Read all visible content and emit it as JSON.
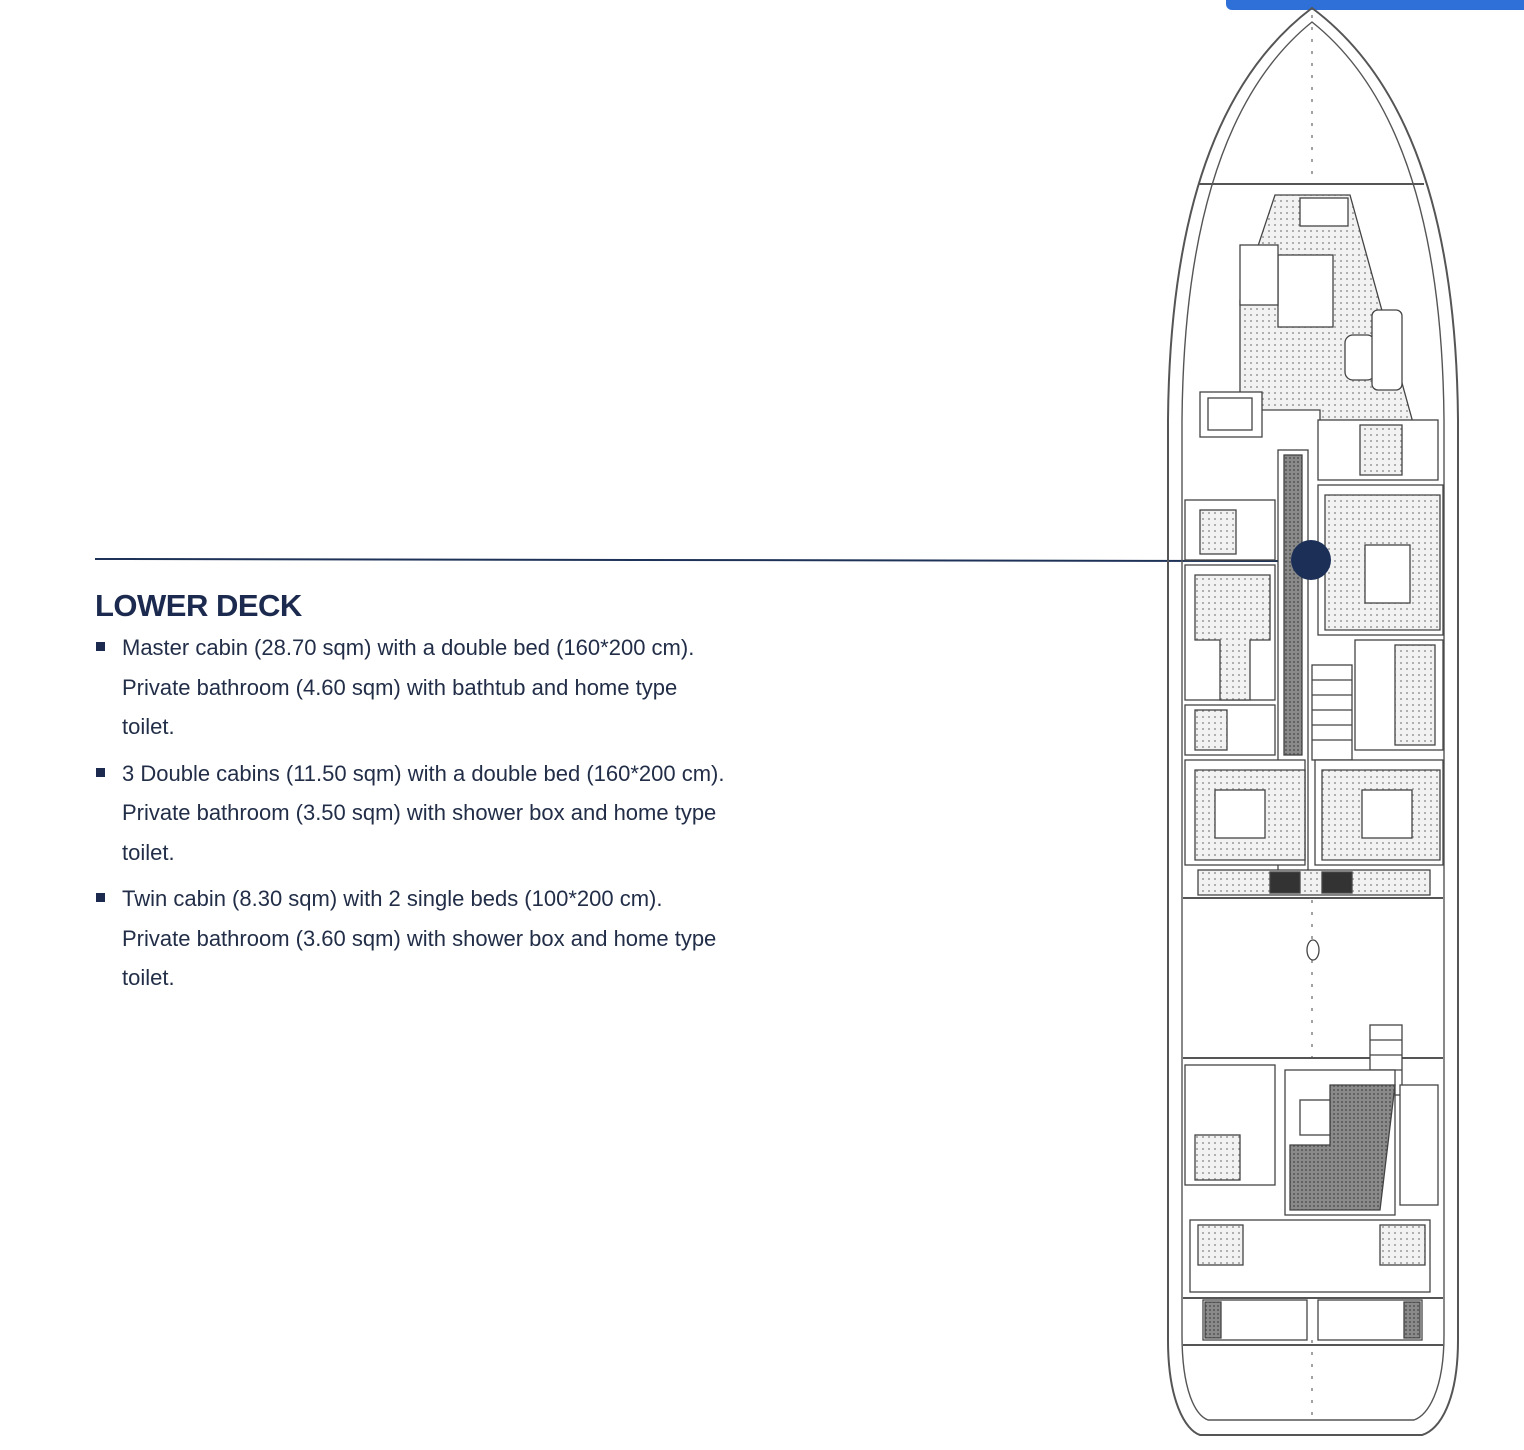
{
  "section": {
    "title": "LOWER DECK",
    "items": [
      "Master cabin (28.70 sqm) with a double bed (160*200 cm). Private bathroom (4.60 sqm) with bathtub and home type toilet.",
      "3 Double cabins (11.50 sqm) with a double bed (160*200 cm). Private bathroom (3.50 sqm) with shower box and home type toilet.",
      "Twin cabin (8.30 sqm) with 2 single beds (100*200 cm). Private bathroom (3.60 sqm) with shower box and home type toilet."
    ]
  },
  "colors": {
    "accent_navy": "#1b2a4e",
    "top_bar_blue": "#2f6fd8",
    "plan_stroke": "#555555"
  },
  "icons": {
    "deck_marker": "location-dot-icon",
    "bullet": "square-bullet-icon"
  }
}
